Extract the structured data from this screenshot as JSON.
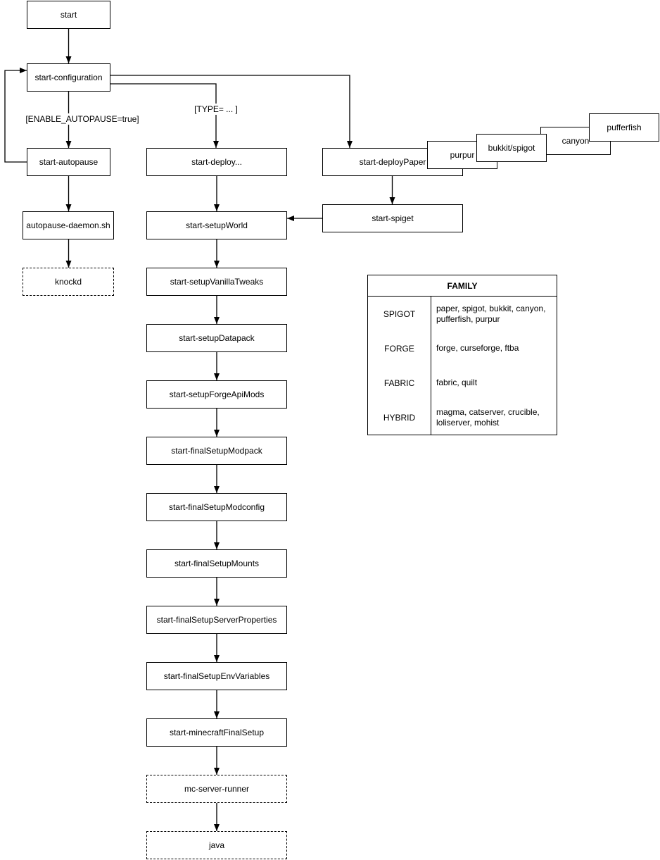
{
  "nodes": {
    "start": "start",
    "configuration": "start-configuration",
    "autopause": "start-autopause",
    "autopause_daemon": "autopause-daemon.sh",
    "knockd": "knockd",
    "deploy": "start-deploy...",
    "setup_world": "start-setupWorld",
    "setup_vanilla_tweaks": "start-setupVanillaTweaks",
    "setup_datapack": "start-setupDatapack",
    "setup_forge_api_mods": "start-setupForgeApiMods",
    "final_setup_modpack": "start-finalSetupModpack",
    "final_setup_modconfig": "start-finalSetupModconfig",
    "final_setup_mounts": "start-finalSetupMounts",
    "final_setup_server_properties": "start-finalSetupServerProperties",
    "final_setup_env_variables": "start-finalSetupEnvVariables",
    "minecraft_final_setup": "start-minecraftFinalSetup",
    "mc_server_runner": "mc-server-runner",
    "java": "java",
    "deploy_paper": "start-deployPaper",
    "purpur": "purpur",
    "bukkit_spigot": "bukkit/spigot",
    "canyon": "canyon",
    "pufferfish": "pufferfish",
    "spiget": "start-spiget"
  },
  "edge_labels": {
    "enable_autopause": "[ENABLE_AUTOPAUSE=true]",
    "type": "[TYPE= ... ]"
  },
  "family_table": {
    "title": "FAMILY",
    "rows": [
      {
        "family": "SPIGOT",
        "members": "paper, spigot, bukkit, canyon, pufferfish, purpur"
      },
      {
        "family": "FORGE",
        "members": "forge, curseforge, ftba"
      },
      {
        "family": "FABRIC",
        "members": "fabric, quilt"
      },
      {
        "family": "HYBRID",
        "members": "magma, catserver, crucible, loliserver, mohist"
      }
    ]
  },
  "colors": {
    "stroke": "#000000",
    "text": "#000000",
    "node_fill": "#ffffff",
    "canvas": "#ffffff"
  }
}
